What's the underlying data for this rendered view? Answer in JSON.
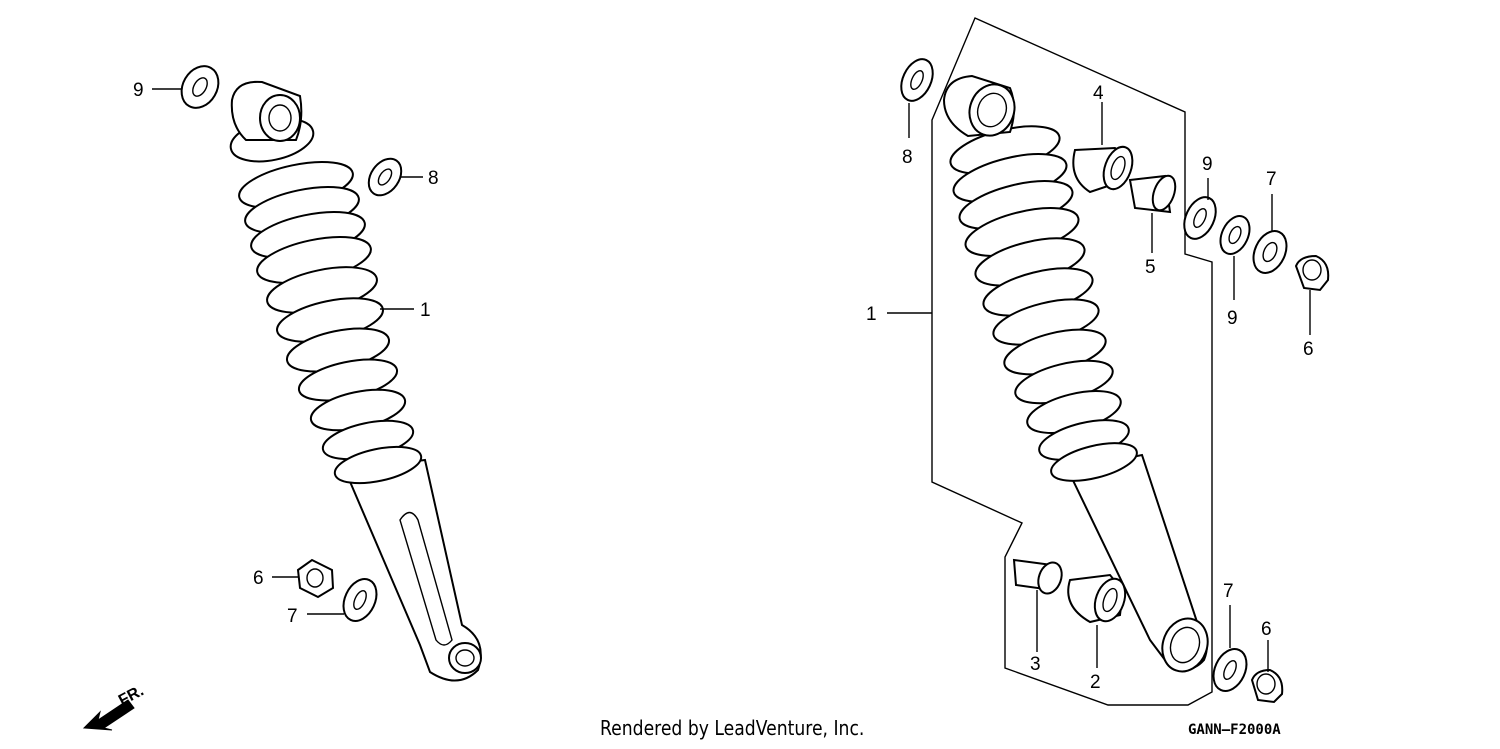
{
  "diagram": {
    "footer_text": "Rendered by LeadVenture, Inc.",
    "diagram_code": "GANN–F2000A",
    "direction_label": "FR.",
    "left_callouts": {
      "c1": "1",
      "c6": "6",
      "c7": "7",
      "c8": "8",
      "c9": "9"
    },
    "right_callouts": {
      "c1": "1",
      "c2": "2",
      "c3": "3",
      "c4": "4",
      "c5": "5",
      "c6a": "6",
      "c6b": "6",
      "c7a": "7",
      "c7b": "7",
      "c8": "8",
      "c9a": "9",
      "c9b": "9"
    }
  }
}
